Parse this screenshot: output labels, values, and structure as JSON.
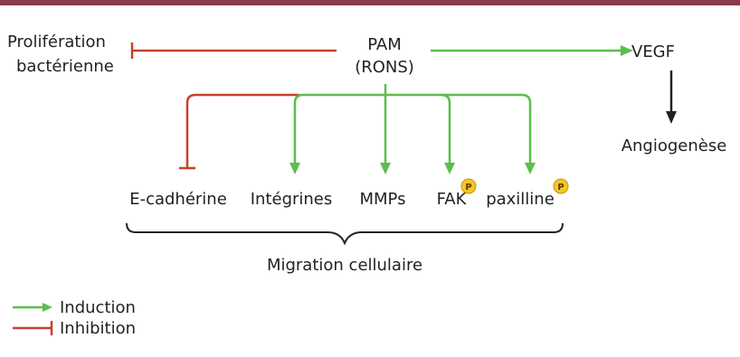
{
  "colors": {
    "top_bar": "#8b3a4b",
    "induction": "#5cbd4e",
    "inhibition": "#c8402c",
    "neutral": "#222222",
    "phospho_fill": "#f6c628",
    "phospho_stroke": "#c99400"
  },
  "nodes": {
    "pam": "PAM",
    "rons": "(RONS)",
    "proliferation_line1": "Prolifération",
    "proliferation_line2": "bactérienne",
    "vegf": "VEGF",
    "angiogenese": "Angiogenèse",
    "e_cadherine": "E-cadhérine",
    "integrines": "Intégrines",
    "mmps": "MMPs",
    "fak": "FAK",
    "paxilline": "paxilline",
    "phospho": "P",
    "migration": "Migration cellulaire"
  },
  "legend": {
    "induction": "Induction",
    "inhibition": "Inhibition"
  }
}
